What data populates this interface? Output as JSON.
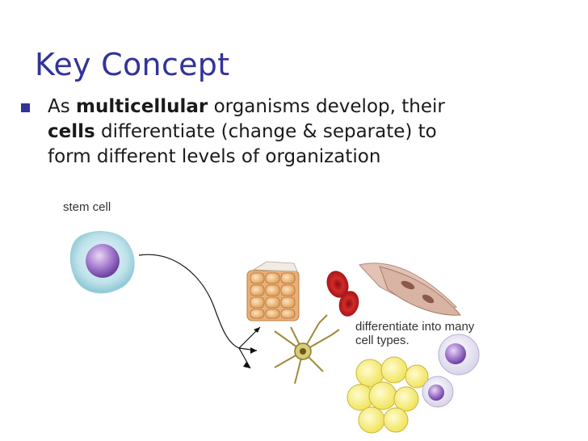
{
  "slide": {
    "title": "Key Concept",
    "bullet": {
      "line1_prefix": "As ",
      "line1_bold": "multicellular",
      "line1_suffix": " organisms develop, their",
      "line2_bold": "cells",
      "line2_suffix": " differentiate (change & separate) to",
      "line3": "form different levels of organization"
    }
  },
  "diagram": {
    "stem_label": "stem cell",
    "diff_label_line1": "differentiate into many",
    "diff_label_line2": "cell types."
  },
  "colors": {
    "title": "#33339a",
    "bullet": "#33339a",
    "text": "#1a1a1a"
  }
}
